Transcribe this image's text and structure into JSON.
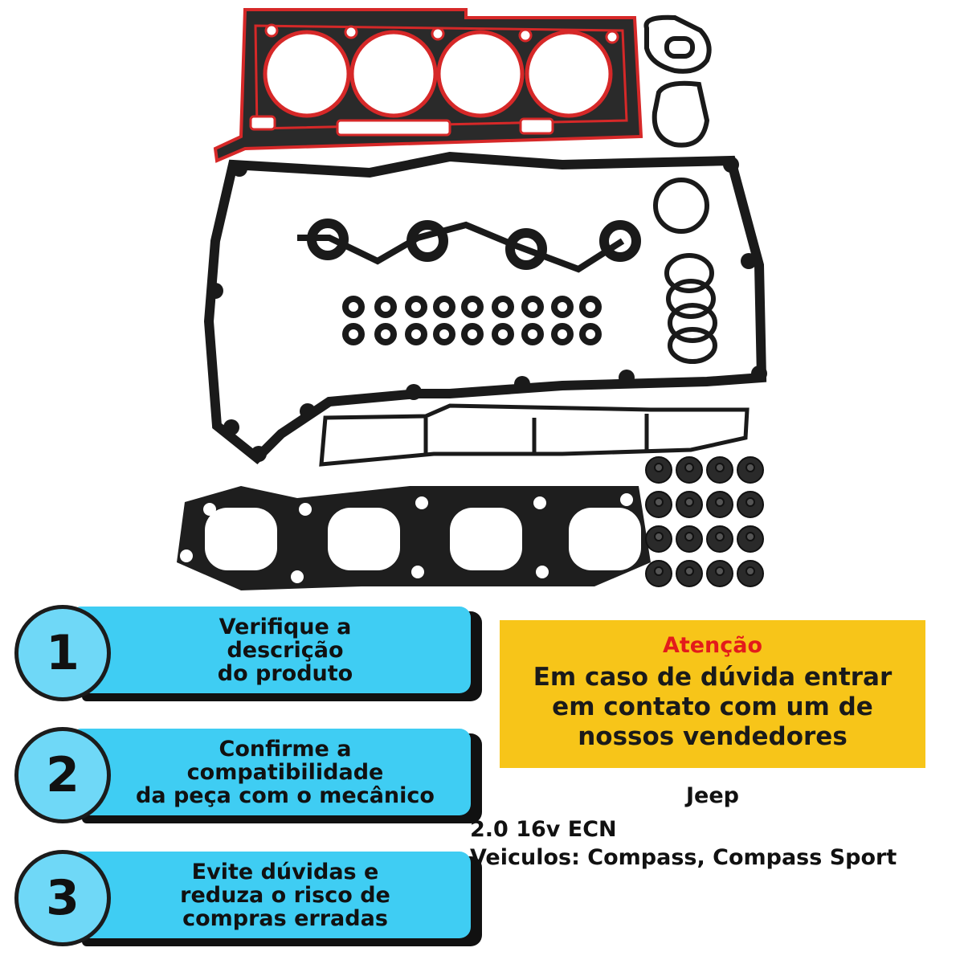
{
  "steps": [
    {
      "number": "1",
      "text": "Verifique a\ndescrição\ndo produto"
    },
    {
      "number": "2",
      "text": "Confirme a\ncompatibilidade\nda peça com o mecânico"
    },
    {
      "number": "3",
      "text": "Evite dúvidas e\nreduza o risco de\ncompras erradas"
    }
  ],
  "notice": {
    "title": "Atenção",
    "text": "Em caso de dúvida entrar\n em contato com um de\nnossos vendedores"
  },
  "product": {
    "brand": "Jeep",
    "engine": "2.0 16v ECN",
    "vehicles": "Veiculos: Compass, Compass Sport"
  },
  "colors": {
    "step_fill": "#3fcdf3",
    "notice_fill": "#f7c519",
    "notice_title": "#e31b1b",
    "gasket_black": "#1a1a1a",
    "gasket_red": "#d62828"
  }
}
